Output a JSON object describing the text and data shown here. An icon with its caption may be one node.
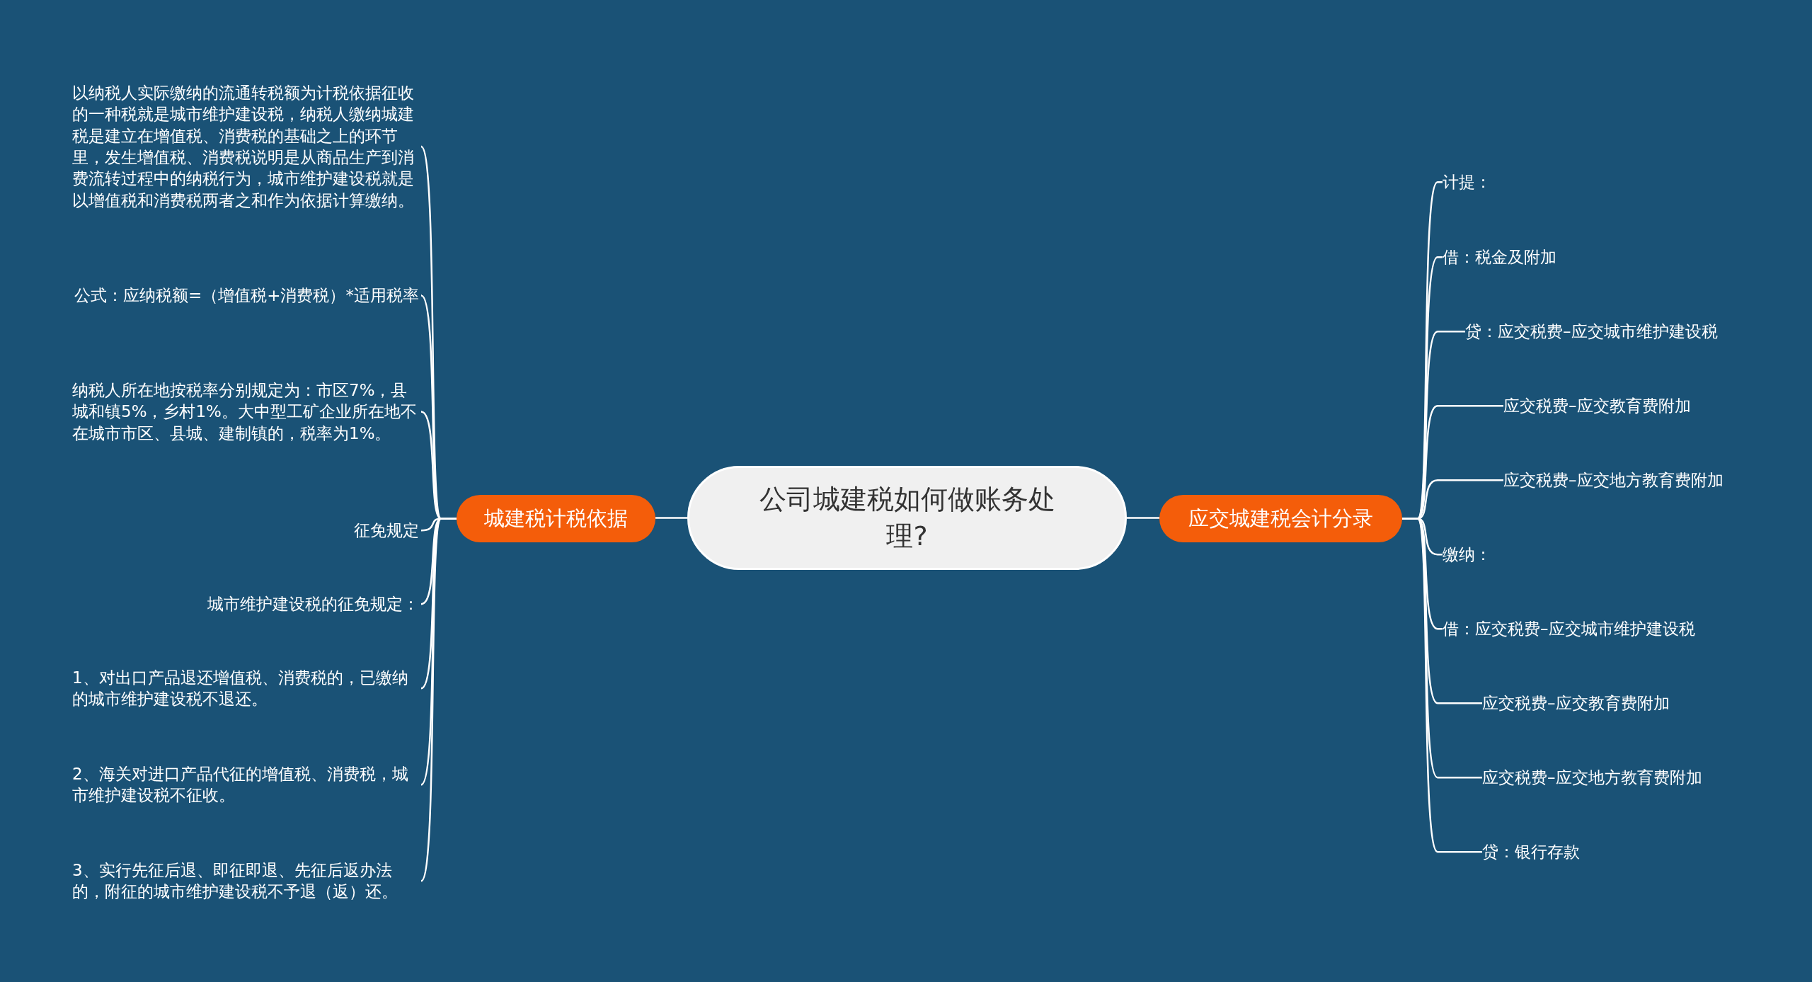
{
  "diagram": {
    "nodes": [
      {
        "text": [
          "公司城建税如何做账务处理?"
        ]
      },
      {
        "text": [
          "城建税计税依据"
        ]
      },
      {
        "text": [
          "以纳税人实际缴纳的流通转税额为计税依据征收的一种税就是城市维护建设税，纳税人缴纳城建税是建立在增值税、消费税的基础之上的环节里，发生增值税、消费税说明是从商品生产到消费流转过程中的纳税行为，城市维护建设税就是以增值税和消费税两者之和作为依据计算缴纳。"
        ]
      },
      {
        "text": [
          "公式：应纳税额=（增值税+消费税）*适用税率"
        ]
      },
      {
        "text": [
          "纳税人所在地按税率分别规定为：市区7%，县城和镇5%，乡村1%。大中型工矿企业所在地不在城市市区、县城、建制镇的，税率为1%。"
        ]
      },
      {
        "text": [
          "征免规定"
        ]
      },
      {
        "text": [
          "城市维护建设税的征免规定："
        ]
      },
      {
        "text": [
          "1、对出口产品退还增值税、消费税的，已缴纳的城市维护建设税不退还。"
        ]
      },
      {
        "text": [
          "2、海关对进口产品代征的增值税、消费税，城市维护建设税不征收。"
        ]
      },
      {
        "text": [
          "3、实行先征后退、即征即退、先征后返办法的，附征的城市维护建设税不予退（返）还。"
        ]
      },
      {
        "text": [
          "应交城建税会计分录"
        ]
      },
      {
        "text": [
          "计提："
        ]
      },
      {
        "text": [
          "借：税金及附加"
        ]
      },
      {
        "text": [
          "贷：应交税费–应交城市维护建设税"
        ]
      },
      {
        "text": [
          "应交税费–应交教育费附加"
        ]
      },
      {
        "text": [
          "应交税费–应交地方教育费附加"
        ]
      },
      {
        "text": [
          "缴纳："
        ]
      },
      {
        "text": [
          "借：应交税费–应交城市维护建设税"
        ]
      },
      {
        "text": [
          "应交税费–应交教育费附加"
        ]
      },
      {
        "text": [
          "应交税费–应交地方教育费附加"
        ]
      },
      {
        "text": [
          "贷：银行存款"
        ]
      }
    ],
    "edges": [
      {
        "from": 0,
        "to": 1,
        "arrow": "none"
      },
      {
        "from": 0,
        "to": 10,
        "arrow": "none"
      },
      {
        "from": 1,
        "to": 2,
        "arrow": "none"
      },
      {
        "from": 1,
        "to": 3,
        "arrow": "none"
      },
      {
        "from": 1,
        "to": 4,
        "arrow": "none"
      },
      {
        "from": 1,
        "to": 5,
        "arrow": "none"
      },
      {
        "from": 1,
        "to": 6,
        "arrow": "none"
      },
      {
        "from": 1,
        "to": 7,
        "arrow": "none"
      },
      {
        "from": 1,
        "to": 8,
        "arrow": "none"
      },
      {
        "from": 1,
        "to": 9,
        "arrow": "none"
      },
      {
        "from": 10,
        "to": 11,
        "arrow": "none"
      },
      {
        "from": 10,
        "to": 12,
        "arrow": "none"
      },
      {
        "from": 10,
        "to": 13,
        "arrow": "none"
      },
      {
        "from": 10,
        "to": 14,
        "arrow": "none"
      },
      {
        "from": 10,
        "to": 15,
        "arrow": "none"
      },
      {
        "from": 10,
        "to": 16,
        "arrow": "none"
      },
      {
        "from": 10,
        "to": 17,
        "arrow": "none"
      },
      {
        "from": 10,
        "to": 18,
        "arrow": "none"
      },
      {
        "from": 10,
        "to": 19,
        "arrow": "none"
      },
      {
        "from": 10,
        "to": 20,
        "arrow": "none"
      }
    ]
  }
}
